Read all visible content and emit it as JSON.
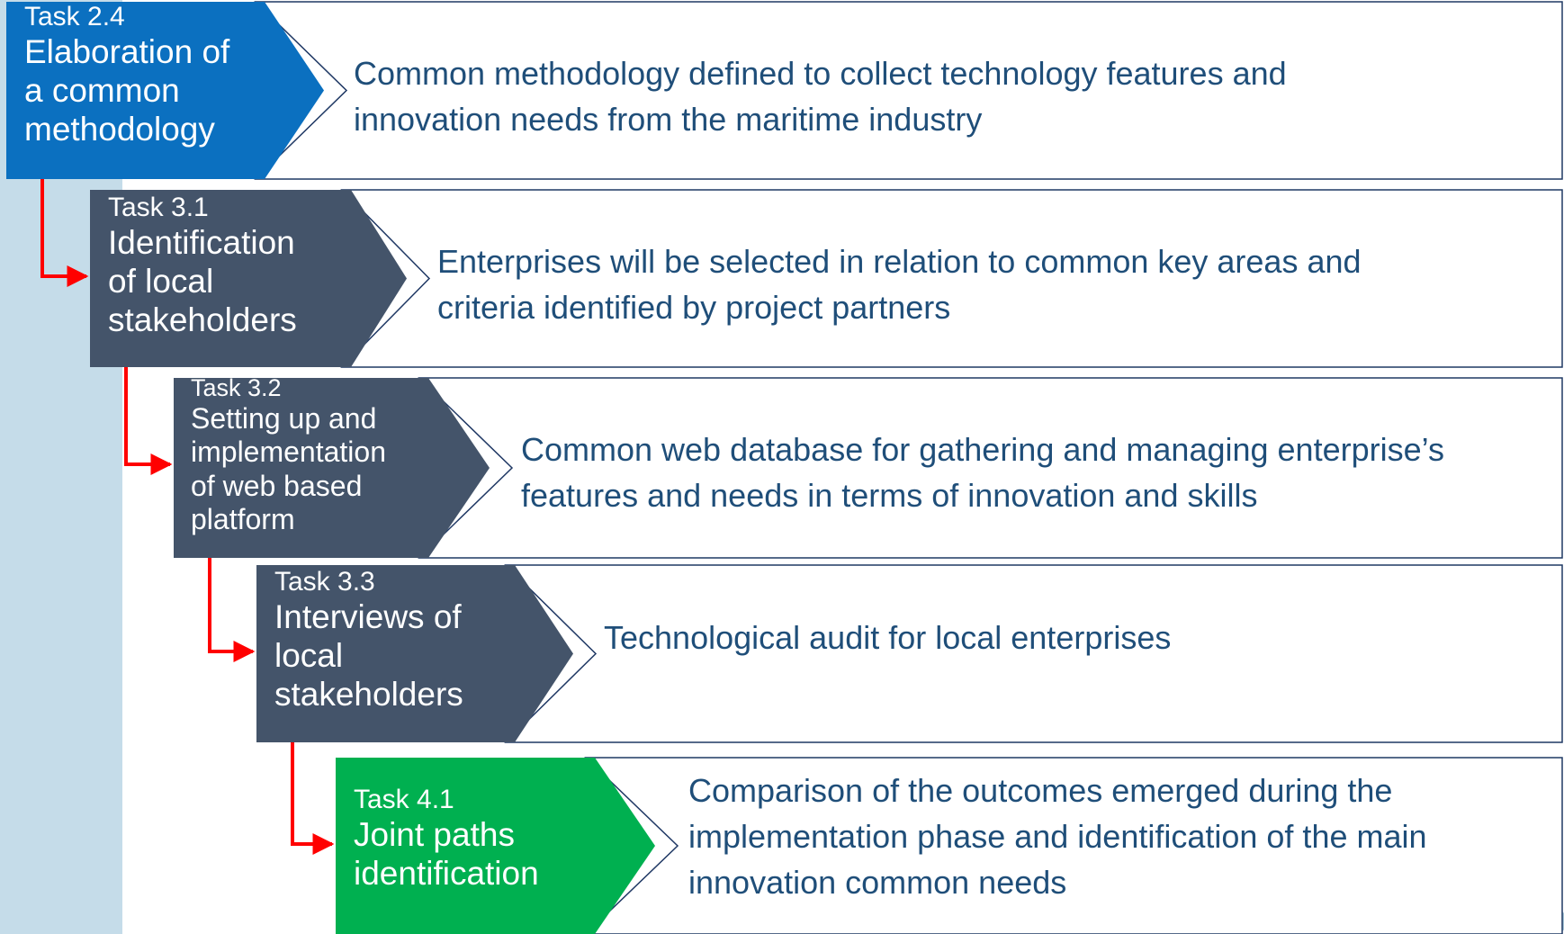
{
  "colors": {
    "sidebar": "#c5dce9",
    "task_2_4": "#0b70c0",
    "task_3_x": "#44546a",
    "task_4_1": "#00b050",
    "connector": "#ff0000",
    "description_text": "#1f4e79",
    "description_border": "#1f3864",
    "decor_shapes": "#a8c6d7"
  },
  "tasks": [
    {
      "id": "Task 2.4",
      "name": "Elaboration of\na common\nmethodology",
      "description": "Common methodology defined to collect technology features and\ninnovation needs from the maritime industry"
    },
    {
      "id": "Task 3.1",
      "name": "Identification\nof local\nstakeholders",
      "description": "Enterprises will be selected in relation to common key areas and\ncriteria identified by project partners"
    },
    {
      "id": "Task 3.2",
      "name": "Setting up and\nimplementation\nof web based\nplatform",
      "description": "Common web database for gathering and managing enterprise’s\nfeatures and needs in terms of innovation and skills"
    },
    {
      "id": "Task 3.3",
      "name": "Interviews of\nlocal\nstakeholders",
      "description": "Technological audit for local enterprises"
    },
    {
      "id": "Task 4.1",
      "name": "Joint paths\nidentification",
      "description": "Comparison of the outcomes emerged during the\nimplementation phase and identification of the main\ninnovation common needs"
    }
  ],
  "decor": {
    "sidebar_name": "sidebar-band",
    "shape_icon": "rounded-diamond-decor"
  }
}
